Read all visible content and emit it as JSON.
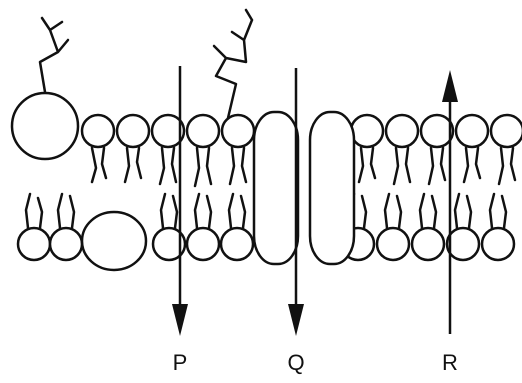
{
  "diagram": {
    "labels": {
      "p": "P",
      "q": "Q",
      "r": "R"
    },
    "colors": {
      "ink": "#111111",
      "background": "#ffffff"
    }
  }
}
